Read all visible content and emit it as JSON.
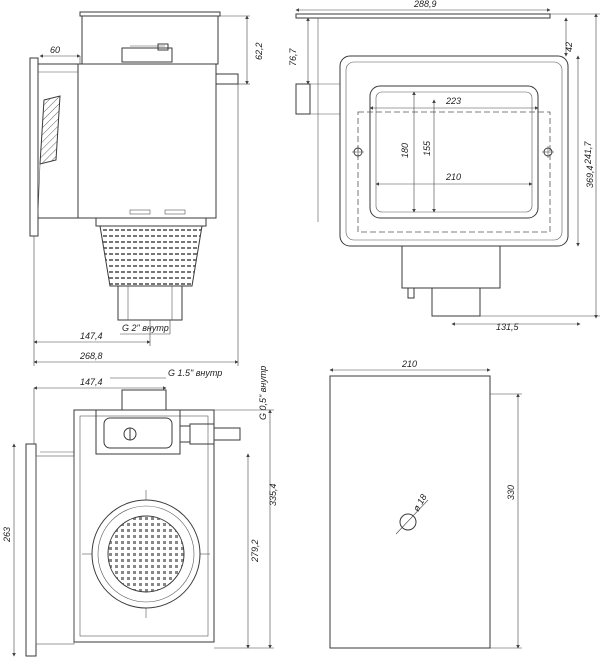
{
  "top_left_view": {
    "dims": {
      "d60": "60",
      "d62_2": "62,2",
      "d147_4": "147,4",
      "d268_8": "268,8",
      "thread": "G 2\" внутр"
    }
  },
  "top_right_view": {
    "dims": {
      "d288_9": "288,9",
      "d76_7": "76,7",
      "d42": "42",
      "d223": "223",
      "d180": "180",
      "d155": "155",
      "d210": "210",
      "d241_7": "241,7",
      "d369_4": "369,4",
      "d131_5": "131,5"
    }
  },
  "bottom_left_view": {
    "dims": {
      "d147_4": "147,4",
      "thread_main": "G 1.5\" внутр",
      "thread_side": "G 0,5\" внутр",
      "d335_4": "335,4",
      "d263": "263",
      "d279_2": "279,2"
    }
  },
  "bottom_right_view": {
    "dims": {
      "d210": "210",
      "d330": "330",
      "hole": "ø 18"
    }
  }
}
